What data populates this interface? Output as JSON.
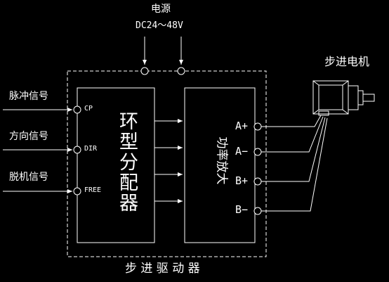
{
  "colors": {
    "background": "#000000",
    "line": "#ffffff",
    "dashed_border": "#ffffff"
  },
  "power": {
    "title": "电源",
    "voltage": "DC24～48V"
  },
  "motor": {
    "label": "步进电机"
  },
  "driver": {
    "label": "步 进 驱 动 器"
  },
  "inputs": [
    {
      "signal": "脉冲信号",
      "pin": "CP"
    },
    {
      "signal": "方向信号",
      "pin": "DIR"
    },
    {
      "signal": "脱机信号",
      "pin": "FREE"
    }
  ],
  "blocks": {
    "distributor": "环型分配器",
    "amplifier": "功率放大"
  },
  "outputs": [
    "A+",
    "A−",
    "B+",
    "B−"
  ]
}
